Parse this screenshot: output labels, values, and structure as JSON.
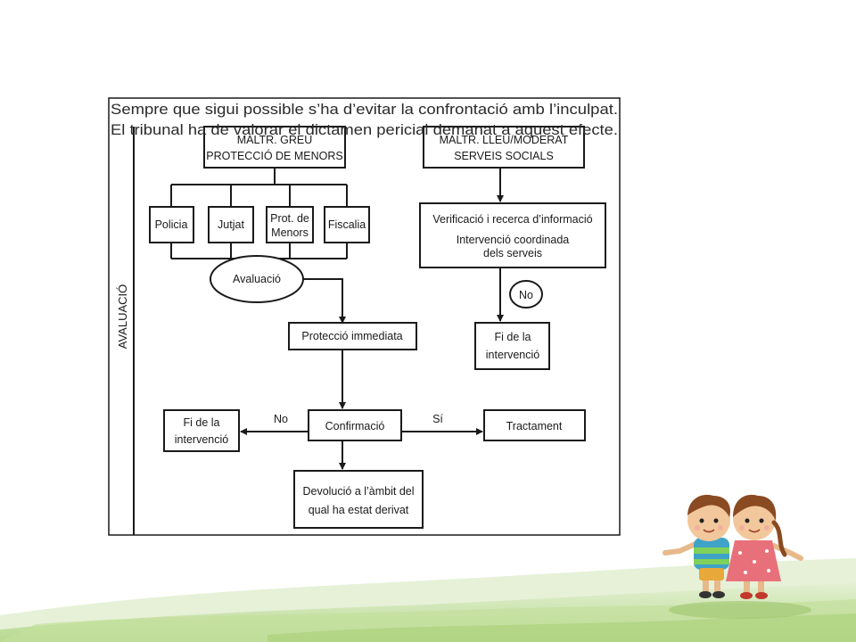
{
  "header": {
    "line1": "Sempre que sigui possible s’ha d’evitar la confrontació amb l’inculpat.",
    "line2": "El tribunal ha de valorar el dictamen pericial demanat a aquest efecte."
  },
  "side_label": "AVALUACIÓ",
  "flow": {
    "greu_line1": "MALTR. GREU",
    "greu_line2": "PROTECCIÓ DE MENORS",
    "policia": "Policia",
    "jutjat": "Jutjat",
    "prot_line1": "Prot. de",
    "prot_line2": "Menors",
    "fiscalia": "Fiscalia",
    "avaluacio": "Avaluació",
    "proteccio": "Protecció immediata",
    "confirmacio": "Confirmació",
    "no_left": "No",
    "si": "Sí",
    "fi_left_line1": "Fi de la",
    "fi_left_line2": "intervenció",
    "tractament": "Tractament",
    "devolucio_line1": "Devolució a l’àmbit del",
    "devolucio_line2": "qual ha estat derivat",
    "lleu_line1": "MALTR. LLEU/MODERAT",
    "lleu_line2": "SERVEIS SOCIALS",
    "verif_line1": "Verificació i recerca d’informació",
    "verif_line2": "Intervenció coordinada",
    "verif_line3": "dels serveis",
    "no_right": "No",
    "fi_right_line1": "Fi de la",
    "fi_right_line2": "intervenció"
  },
  "colors": {
    "grass_light": "#dfeecb",
    "grass_mid": "#c6e0a4",
    "grass_dark": "#a9cf7d",
    "line": "#1a1a1a"
  }
}
